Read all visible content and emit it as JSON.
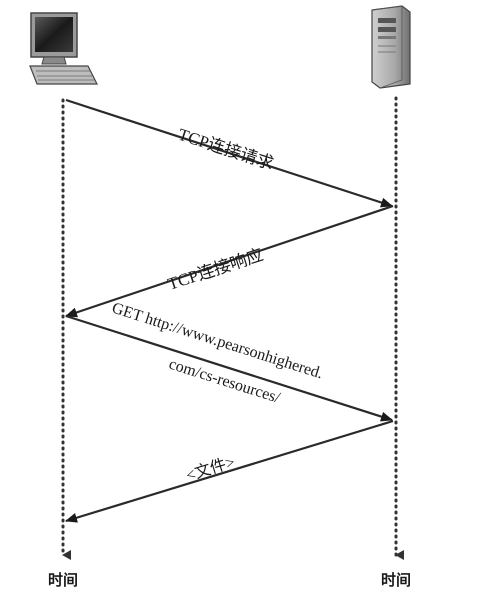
{
  "endpoints": {
    "client": {
      "icon": "desktop-computer-icon"
    },
    "server": {
      "icon": "server-tower-icon"
    }
  },
  "messages": [
    {
      "id": "tcp-request",
      "lines": [
        "TCP连接请求"
      ]
    },
    {
      "id": "tcp-response",
      "lines": [
        "TCP连接响应"
      ]
    },
    {
      "id": "http-get",
      "lines": [
        "GET http://www.pearsonhighered.",
        "com/cs-resources/"
      ]
    },
    {
      "id": "file",
      "lines": [
        "<文件>"
      ]
    }
  ],
  "time_labels": {
    "client": "时间",
    "server": "时间"
  },
  "colors": {
    "line": "#2a2a2a",
    "arrow": "#1a1a1a",
    "timeline": "#333333"
  }
}
